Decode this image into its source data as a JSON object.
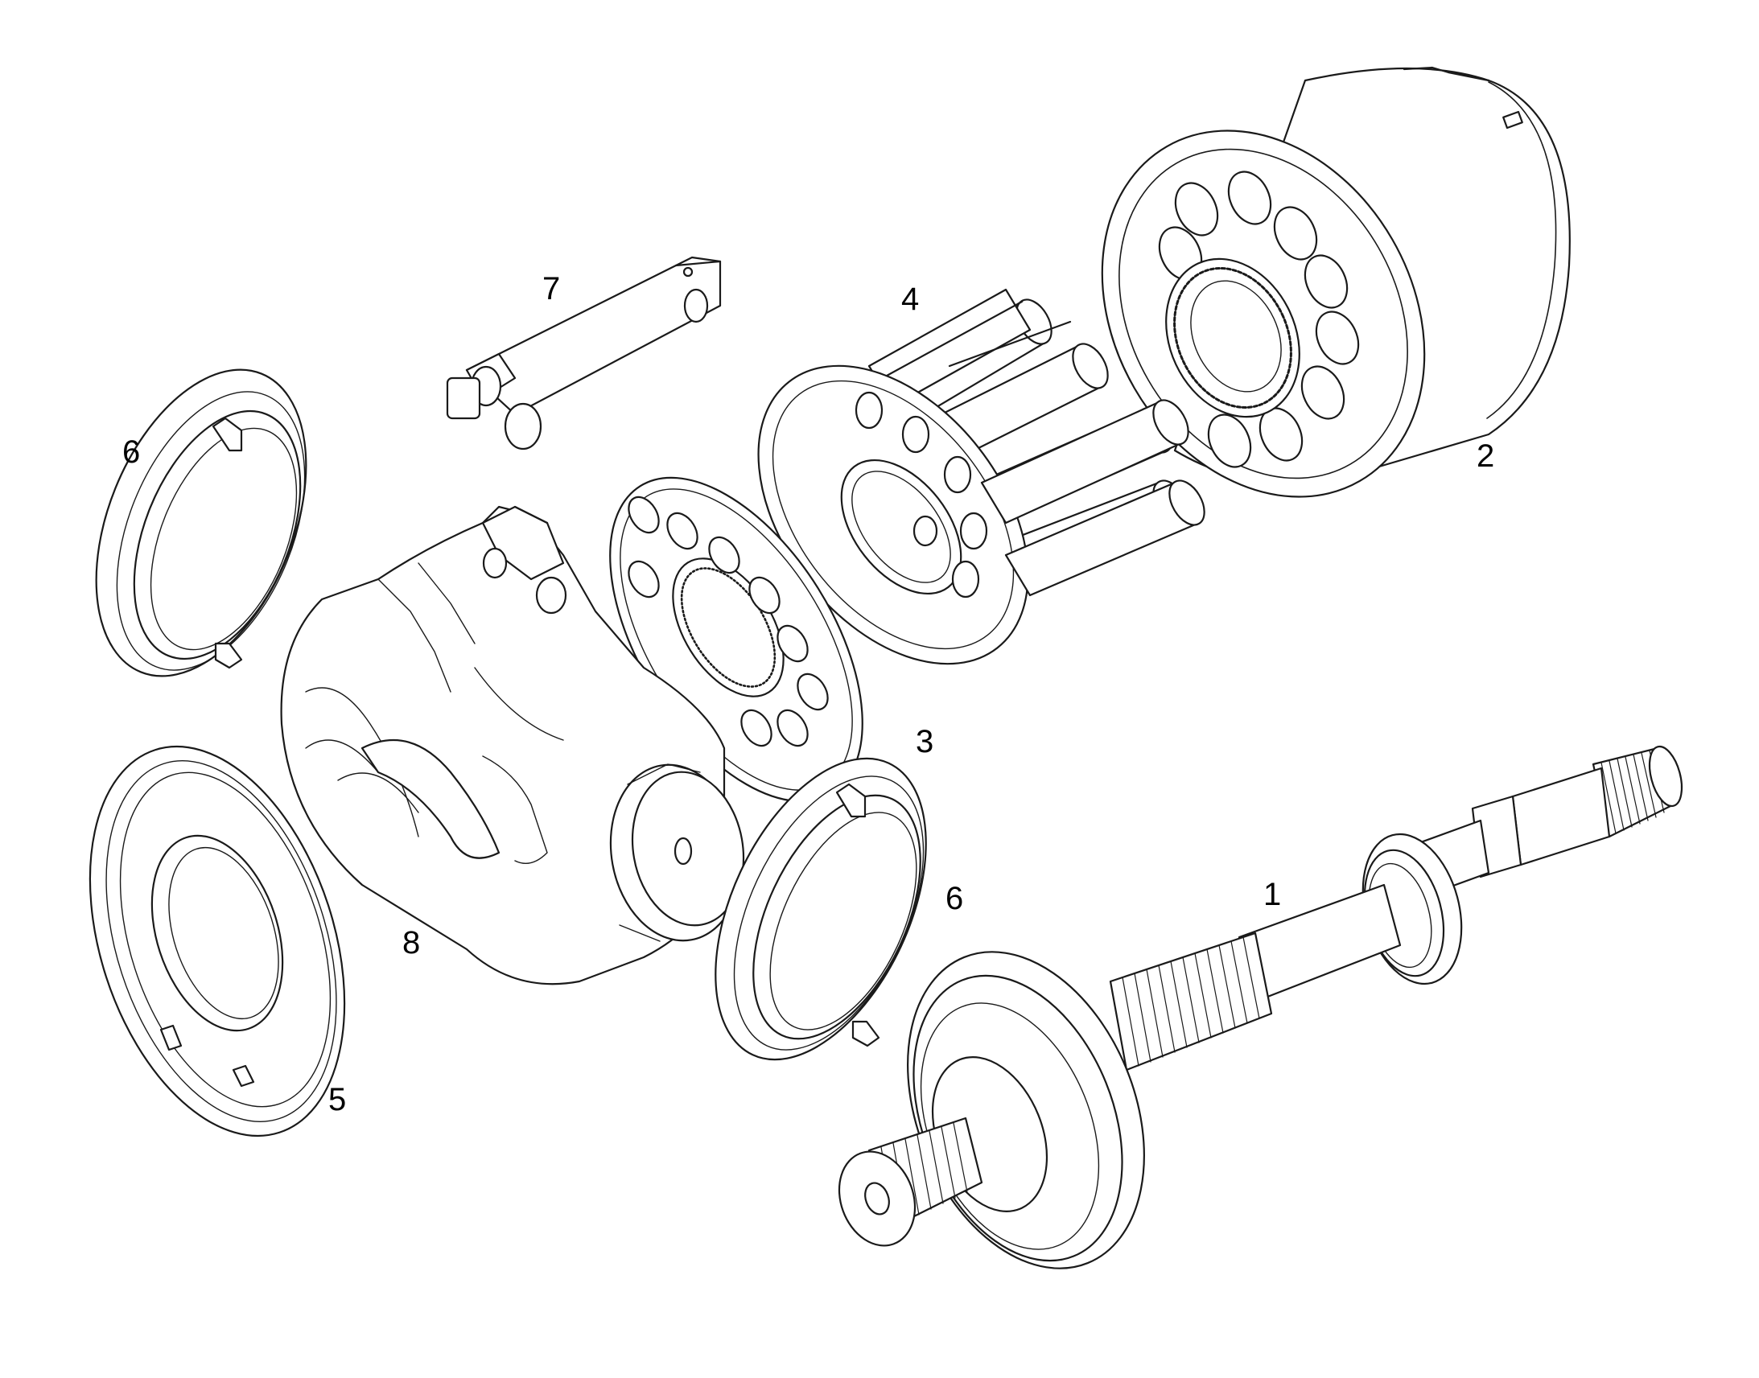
{
  "colors": {
    "background": "#ffffff",
    "line": "#1a1a1a",
    "fill": "#ffffff",
    "spline": "#2a2a2a"
  },
  "callouts": [
    {
      "id": "1",
      "label": "1"
    },
    {
      "id": "2",
      "label": "2"
    },
    {
      "id": "3",
      "label": "3"
    },
    {
      "id": "4",
      "label": "4"
    },
    {
      "id": "5",
      "label": "5"
    },
    {
      "id": "6a",
      "label": "6"
    },
    {
      "id": "6b",
      "label": "6"
    },
    {
      "id": "7",
      "label": "7"
    },
    {
      "id": "8",
      "label": "8"
    }
  ]
}
